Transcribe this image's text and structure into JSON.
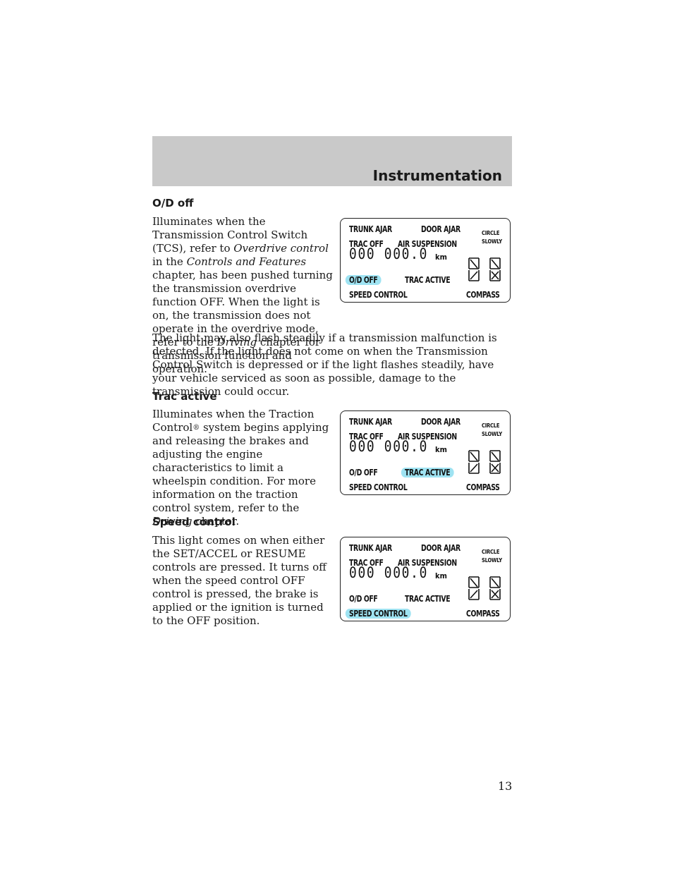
{
  "header": {
    "title": "Instrumentation"
  },
  "sections": [
    {
      "title": "O/D off",
      "para1_parts": [
        "Illuminates when the Transmission Control Switch (TCS), refer to ",
        "Overdrive control",
        " in the ",
        "Controls and Features",
        " chapter, has been pushed turning the transmission overdrive function OFF. When the light is on, the transmission does not operate in the overdrive mode, refer to the ",
        "Driving",
        " chapter for transmission function and operation."
      ],
      "para2": "The light may also flash steadily if a transmission malfunction is detected. If the light does not come on when the Transmission Control Switch is depressed or if the light flashes steadily, have your vehicle serviced as soon as possible, damage to the transmission could occur."
    },
    {
      "title": "Trac active",
      "para1_parts": [
        "Illuminates when the Traction Control",
        "®",
        " system begins applying and releasing the brakes and adjusting the engine characteristics to limit a wheelspin condition. For more information on the traction control system, refer to the ",
        "Driving",
        " chapter."
      ]
    },
    {
      "title": "Speed control",
      "para1": "This light comes on when either the SET/ACCEL or RESUME controls are pressed. It turns off when the speed control OFF control is pressed, the brake is applied or the ignition is turned to the OFF position."
    }
  ],
  "display": {
    "trunk_ajar": "TRUNK AJAR",
    "door_ajar": "DOOR AJAR",
    "trac_off": "TRAC OFF",
    "air_suspension": "AIR SUSPENSION",
    "circle": "CIRCLE",
    "slowly": "SLOWLY",
    "odometer": "000 000.0",
    "km": "km",
    "od_off": "O/D OFF",
    "trac_active": "TRAC ACTIVE",
    "speed_control": "SPEED CONTROL",
    "compass": "COMPASS",
    "highlight_color": "#9fe3f2"
  },
  "page_number": "13"
}
